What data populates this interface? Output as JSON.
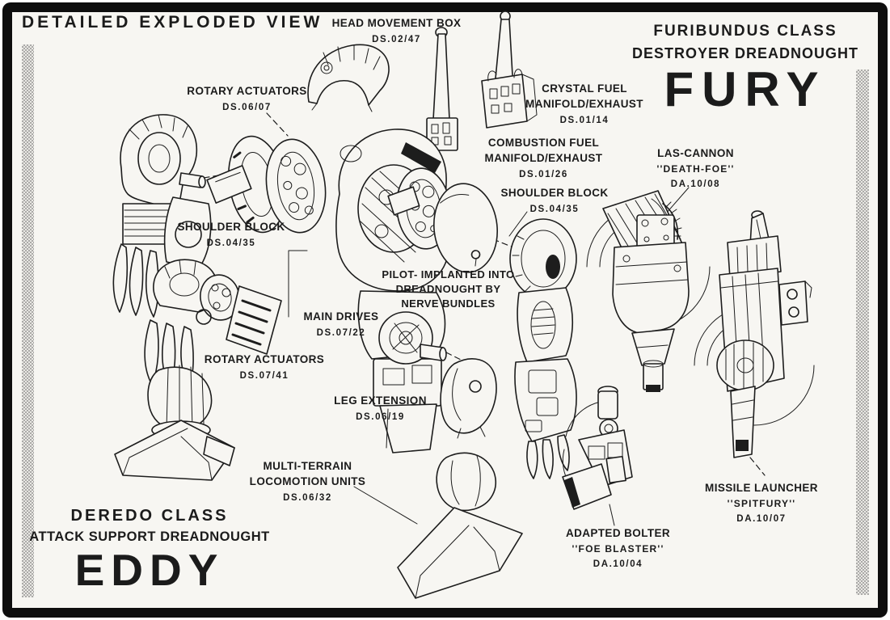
{
  "colors": {
    "paper": "#f7f6f2",
    "ink": "#1b1b1b",
    "frame": "#0e0e0e",
    "halftone_gray": "#a2a2a0"
  },
  "header": {
    "main_title": "DETAILED EXPLODED VIEW"
  },
  "fury_block": {
    "class_line": "FURIBUNDUS CLASS",
    "type_line": "DESTROYER DREADNOUGHT",
    "name": "FURY"
  },
  "eddy_block": {
    "class_line": "DEREDO CLASS",
    "type_line": "ATTACK SUPPORT DREADNOUGHT",
    "name": "EDDY"
  },
  "callouts": [
    {
      "id": "head-movement-box",
      "name_lines": [
        "HEAD MOVEMENT BOX"
      ],
      "code": "DS.02/47"
    },
    {
      "id": "rotary-actuators-upper",
      "name_lines": [
        "ROTARY ACTUATORS"
      ],
      "code": "DS.06/07"
    },
    {
      "id": "crystal-fuel-manifold",
      "name_lines": [
        "CRYSTAL FUEL",
        "MANIFOLD/EXHAUST"
      ],
      "code": "DS.01/14"
    },
    {
      "id": "combustion-fuel-manifold",
      "name_lines": [
        "COMBUSTION FUEL",
        "MANIFOLD/EXHAUST"
      ],
      "code": "DS.01/26"
    },
    {
      "id": "shoulder-block-right",
      "name_lines": [
        "SHOULDER BLOCK"
      ],
      "code": "DS.04/35"
    },
    {
      "id": "las-cannon",
      "name_lines": [
        "LAS-CANNON"
      ],
      "quote": "''DEATH-FOE''",
      "code": "DA.10/08"
    },
    {
      "id": "shoulder-block-left",
      "name_lines": [
        "SHOULDER BLOCK"
      ],
      "code": "DS.04/35"
    },
    {
      "id": "pilot-note",
      "name_lines": [
        "PILOT- IMPLANTED INTO",
        "DREADNOUGHT BY",
        "NERVE BUNDLES"
      ]
    },
    {
      "id": "main-drives",
      "name_lines": [
        "MAIN DRIVES"
      ],
      "code": "DS.07/22"
    },
    {
      "id": "rotary-actuators-lower",
      "name_lines": [
        "ROTARY ACTUATORS"
      ],
      "code": "DS.07/41"
    },
    {
      "id": "leg-extension",
      "name_lines": [
        "LEG EXTENSION"
      ],
      "code": "DS.06/19"
    },
    {
      "id": "multi-terrain-locomotion",
      "name_lines": [
        "MULTI-TERRAIN",
        "LOCOMOTION UNITS"
      ],
      "code": "DS.06/32"
    },
    {
      "id": "adapted-bolter",
      "name_lines": [
        "ADAPTED BOLTER"
      ],
      "quote": "''FOE BLASTER''",
      "code": "DA.10/04"
    },
    {
      "id": "missile-launcher",
      "name_lines": [
        "MISSILE LAUNCHER"
      ],
      "quote": "''SPITFURY''",
      "code": "DA.10/07"
    }
  ]
}
